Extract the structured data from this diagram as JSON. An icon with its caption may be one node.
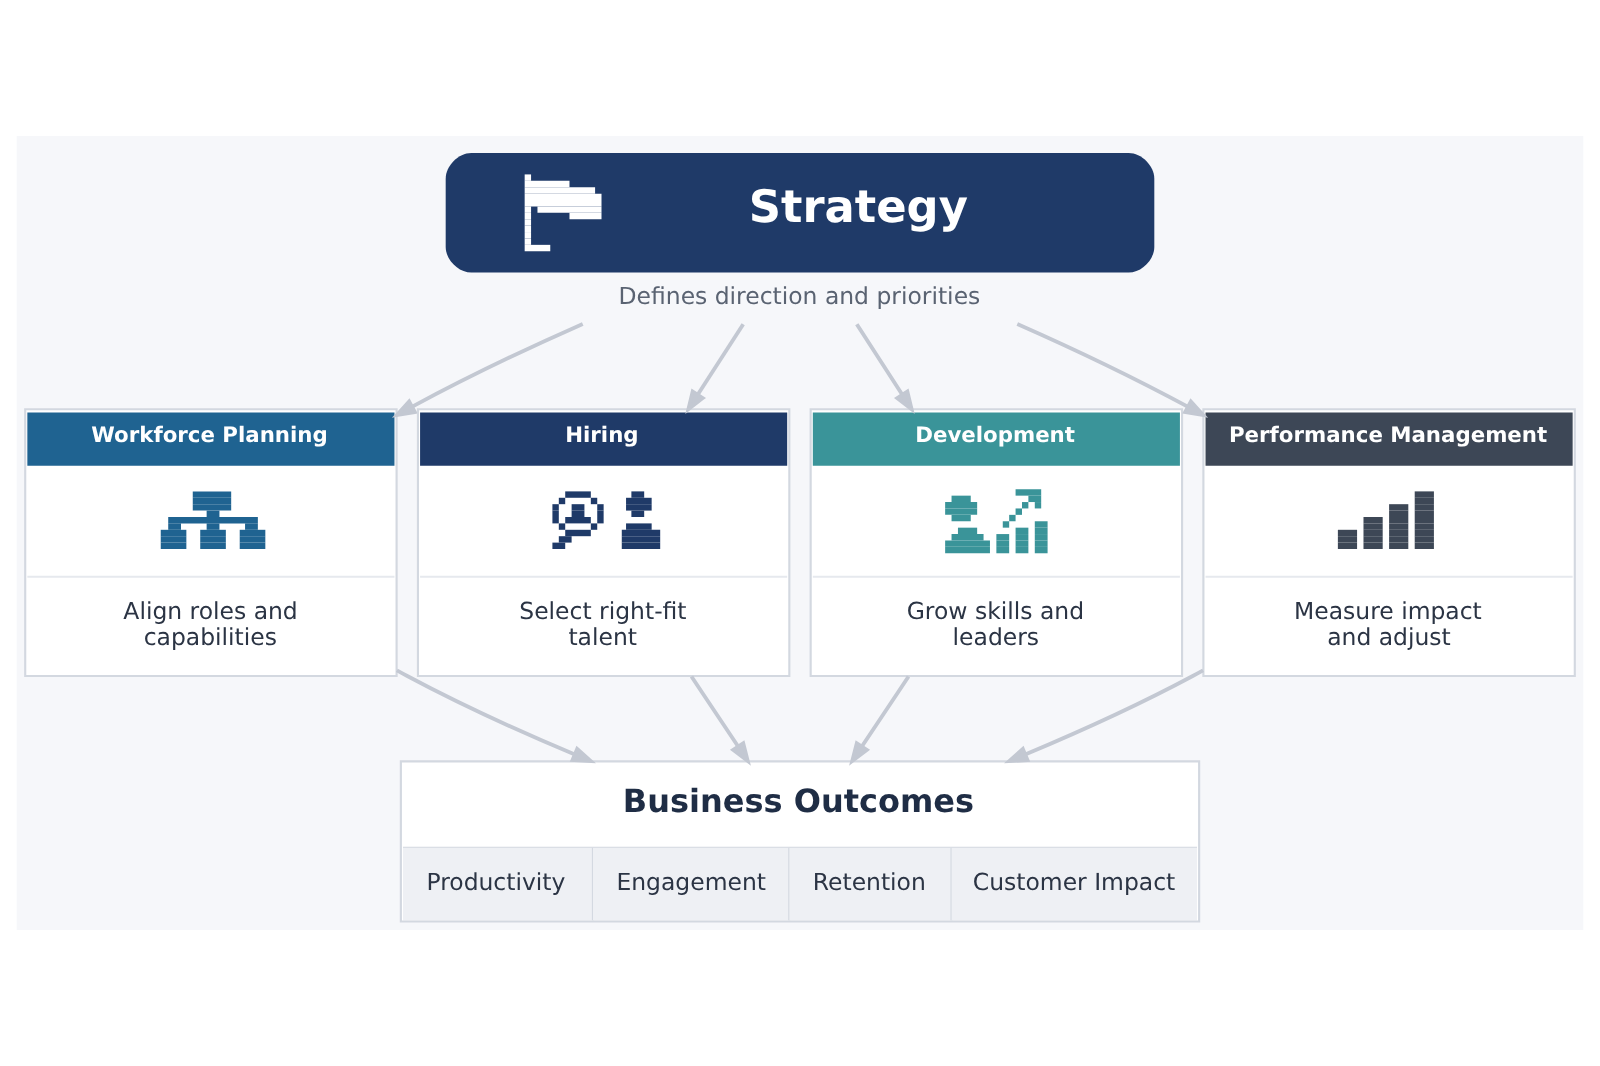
{
  "diagram": {
    "nodes": [
      {
        "text": [
          "Strategy"
        ],
        "beside": [
          "Defines direction and priorities"
        ]
      },
      {
        "text": [
          "Workforce Planning",
          "Align roles and capabilities"
        ]
      },
      {
        "text": [
          "Hiring",
          "Select right-fit talent"
        ]
      },
      {
        "text": [
          "Development",
          "Grow skills and leaders"
        ]
      },
      {
        "text": [
          "Performance Management",
          "Measure impact and adjust"
        ]
      },
      {
        "text": [
          "Business Outcomes",
          "Productivity",
          "Engagement",
          "Retention",
          "Customer Impact"
        ]
      }
    ],
    "edges": [
      {
        "from": 0,
        "to": 1,
        "arrow": "to"
      },
      {
        "from": 0,
        "to": 2,
        "arrow": "to"
      },
      {
        "from": 0,
        "to": 3,
        "arrow": "to"
      },
      {
        "from": 0,
        "to": 4,
        "arrow": "to"
      },
      {
        "from": 1,
        "to": 5,
        "arrow": "to"
      },
      {
        "from": 2,
        "to": 5,
        "arrow": "to"
      },
      {
        "from": 3,
        "to": 5,
        "arrow": "to"
      },
      {
        "from": 4,
        "to": 5,
        "arrow": "to"
      }
    ]
  }
}
